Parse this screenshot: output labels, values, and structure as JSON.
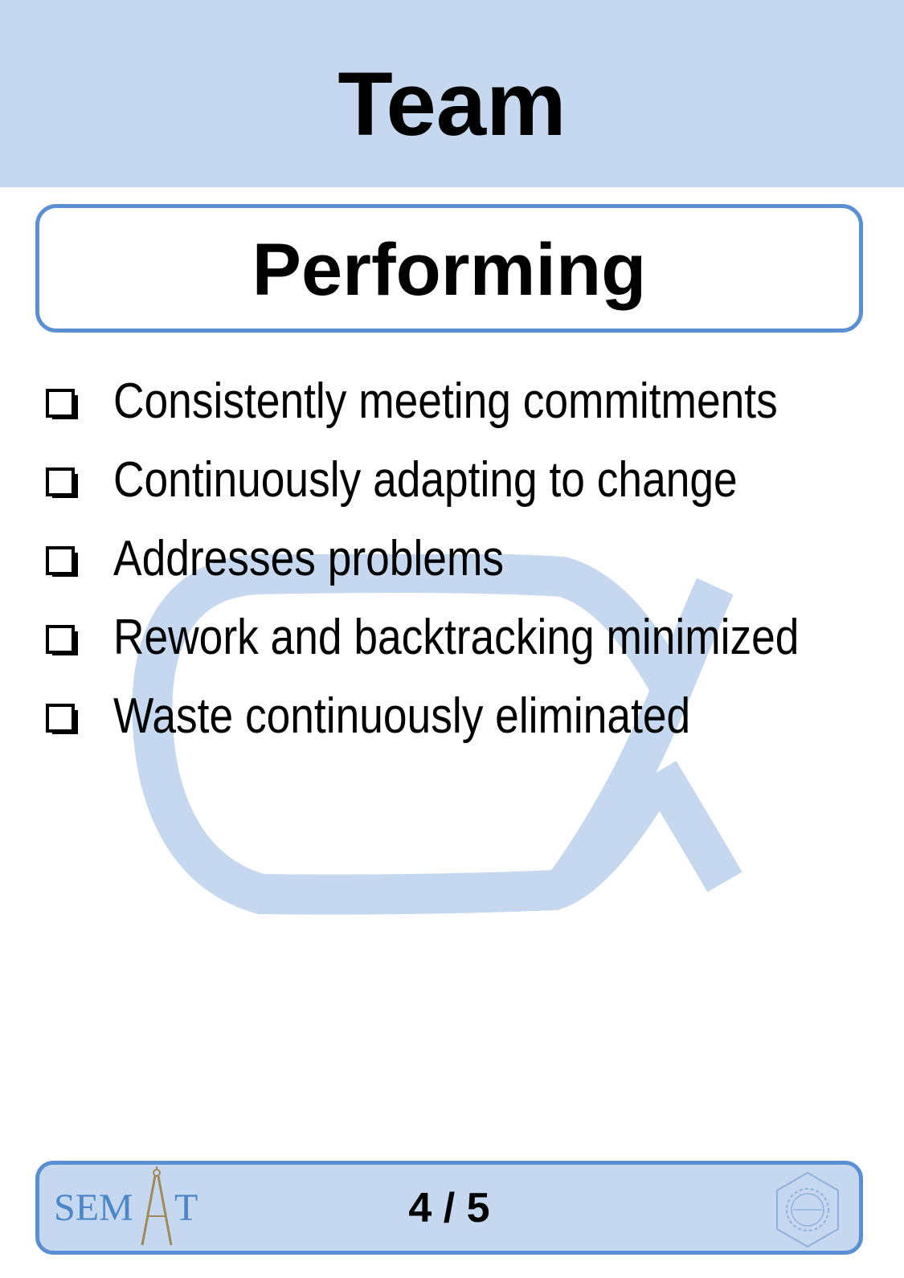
{
  "card": {
    "alpha": "Team",
    "state": "Performing",
    "checklist": [
      "Consistently meeting commitments",
      "Continuously adapting to change",
      "Addresses problems",
      "Rework and backtracking minimized",
      "Waste continuously eliminated"
    ],
    "page_indicator": "4 / 5"
  },
  "footer": {
    "logo_text_left": "SEM",
    "logo_text_right": "T",
    "logo_icon": "compass-icon",
    "essence_icon": "essence-gear-icon"
  },
  "colors": {
    "header_bg": "#c6d8f0",
    "border_blue": "#5b8fd4",
    "watermark": "#c6d8f0",
    "logo_blue": "#4a86c8",
    "compass_gold": "#a08a5a"
  }
}
